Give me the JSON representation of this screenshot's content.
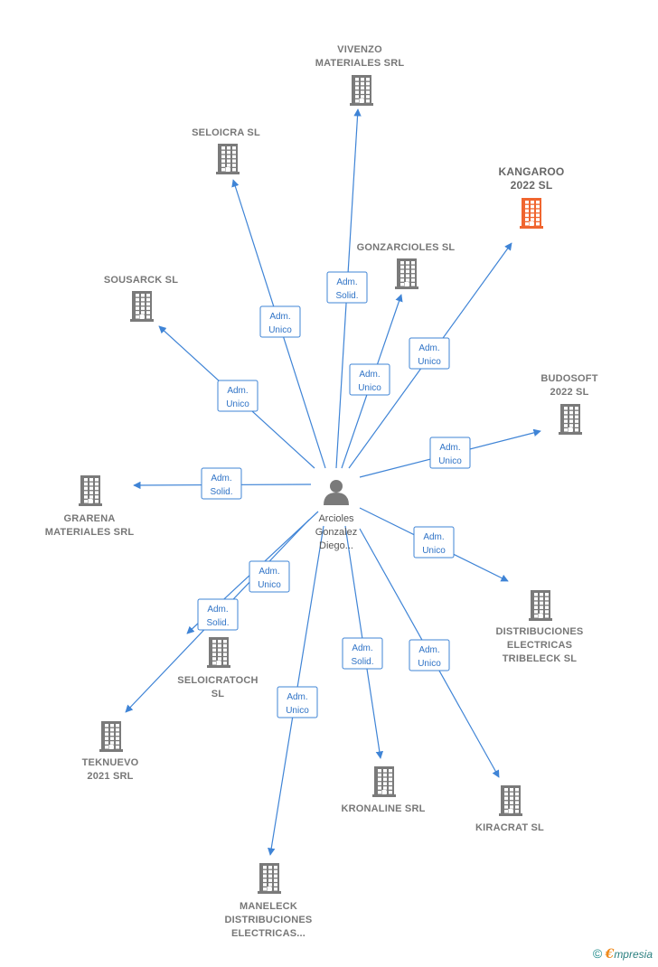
{
  "center": {
    "name_lines": [
      "Arcioles",
      "Gonzalez",
      "Diego..."
    ],
    "icon": "person-icon"
  },
  "colors": {
    "edge": "#3f84d6",
    "company_icon": "#7a7a7a",
    "highlight_icon": "#f0652f",
    "label": "#777777"
  },
  "companies": [
    {
      "id": "vivenzo",
      "label_lines": [
        "VIVENZO",
        "MATERIALES SRL"
      ],
      "role_lines": [
        "Adm.",
        "Solid."
      ],
      "highlight": false
    },
    {
      "id": "seloicra",
      "label_lines": [
        "SELOICRA  SL"
      ],
      "role_lines": [
        "Adm.",
        "Unico"
      ],
      "highlight": false
    },
    {
      "id": "kangaroo",
      "label_lines": [
        "KANGAROO",
        "2022  SL"
      ],
      "role_lines": [
        "Adm.",
        "Unico"
      ],
      "highlight": true
    },
    {
      "id": "gonzarcioles",
      "label_lines": [
        "GONZARCIOLES SL"
      ],
      "role_lines": [
        "Adm.",
        "Unico"
      ],
      "highlight": false
    },
    {
      "id": "sousarck",
      "label_lines": [
        "SOUSARCK  SL"
      ],
      "role_lines": [
        "Adm.",
        "Unico"
      ],
      "highlight": false
    },
    {
      "id": "budosoft",
      "label_lines": [
        "BUDOSOFT",
        "2022  SL"
      ],
      "role_lines": [
        "Adm.",
        "Unico"
      ],
      "highlight": false
    },
    {
      "id": "grarena",
      "label_lines": [
        "GRARENA",
        "MATERIALES SRL"
      ],
      "role_lines": [
        "Adm.",
        "Solid."
      ],
      "highlight": false
    },
    {
      "id": "distribuciones",
      "label_lines": [
        "DISTRIBUCIONES",
        "ELECTRICAS",
        "TRIBELECK  SL"
      ],
      "role_lines": [
        "Adm.",
        "Unico"
      ],
      "highlight": false
    },
    {
      "id": "seloicratoch",
      "label_lines": [
        "SELOICRATOCH",
        "SL"
      ],
      "role_lines": [
        "Adm.",
        "Unico"
      ],
      "highlight": false
    },
    {
      "id": "teknuevo",
      "label_lines": [
        "TEKNUEVO",
        "2021 SRL"
      ],
      "role_lines": [
        "Adm.",
        "Solid."
      ],
      "highlight": false
    },
    {
      "id": "kronaline",
      "label_lines": [
        "KRONALINE SRL"
      ],
      "role_lines": [
        "Adm.",
        "Solid."
      ],
      "highlight": false
    },
    {
      "id": "kiracrat",
      "label_lines": [
        "KIRACRAT  SL"
      ],
      "role_lines": [
        "Adm.",
        "Unico"
      ],
      "highlight": false
    },
    {
      "id": "maneleck",
      "label_lines": [
        "MANELECK",
        "DISTRIBUCIONES",
        "ELECTRICAS..."
      ],
      "role_lines": [
        "Adm.",
        "Unico"
      ],
      "highlight": false
    }
  ],
  "footer": {
    "copyright": "©",
    "brand_initial": "€",
    "brand_rest": "mpresia"
  }
}
